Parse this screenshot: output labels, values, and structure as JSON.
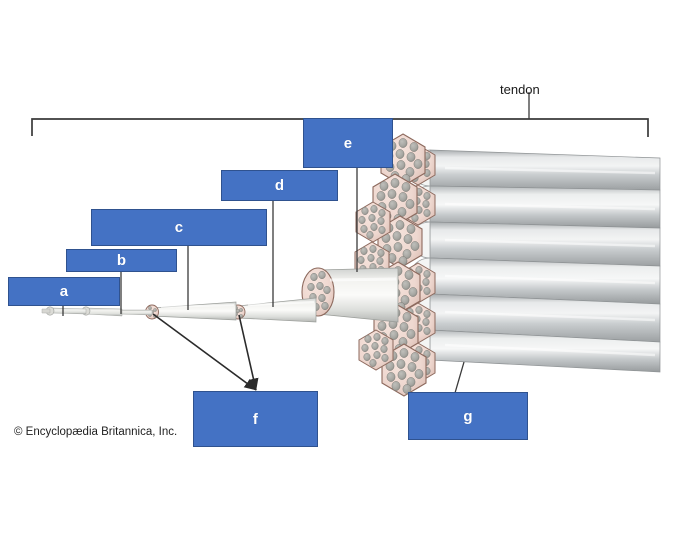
{
  "figure": {
    "title": "Skeletal muscle structure labeling diagram",
    "copyright": "© Encyclopædia Britannica, Inc.",
    "background_color": "#ffffff",
    "label_box_color": "#4472C4",
    "label_box_border_color": "#2F528F",
    "label_text_color": "#ffffff",
    "leader_line_color": "#3a3a3a"
  },
  "plain_labels": [
    {
      "id": "tendon",
      "text": "tendon"
    }
  ],
  "label_boxes": [
    {
      "id": "a",
      "text": "a"
    },
    {
      "id": "b",
      "text": "b"
    },
    {
      "id": "c",
      "text": "c"
    },
    {
      "id": "d",
      "text": "d"
    },
    {
      "id": "e",
      "text": "e"
    },
    {
      "id": "f",
      "text": "f"
    },
    {
      "id": "g",
      "text": "g"
    }
  ],
  "artwork": {
    "description": "Cutaway illustration of a skeletal muscle: a thin myofilament at far left widens in stages through myofibril and muscle fiber segments into a bundle of hexagonal fascicle cross-sections, which continue right as a tapering gray tendon.",
    "tendon_color": "#b9bcbe",
    "fascicle_fill": "#efd9d3",
    "fiber_dot_color": "#a8a8a4"
  }
}
